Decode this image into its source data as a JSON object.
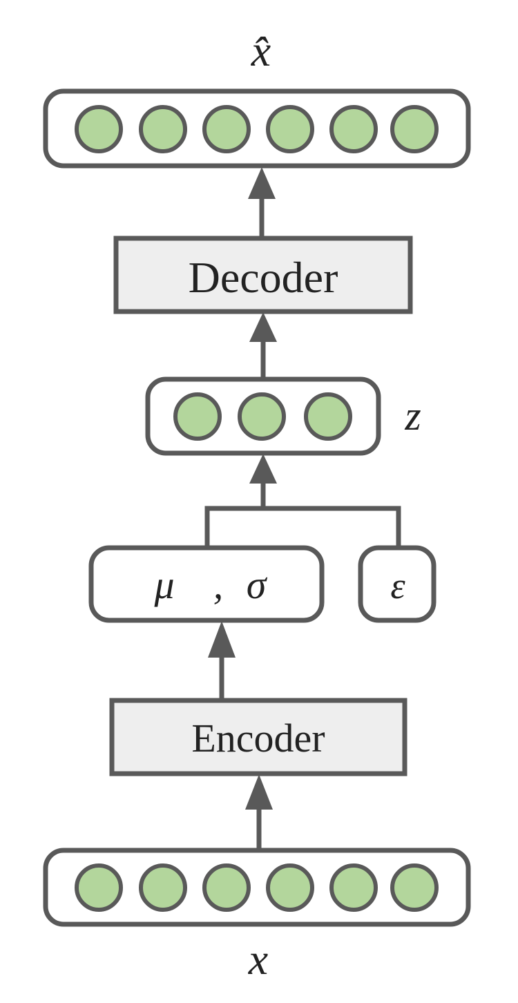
{
  "labels": {
    "output": "x̂",
    "decoder": "Decoder",
    "latent": "z",
    "mu": "μ",
    "comma": ",",
    "sigma": "σ",
    "epsilon": "ε",
    "encoder": "Encoder",
    "input": "x"
  },
  "colors": {
    "stroke": "#595959",
    "node_fill": "#b3d69c",
    "block_fill": "#eeeeee",
    "container_fill": "#ffffff",
    "text": "#222222"
  }
}
